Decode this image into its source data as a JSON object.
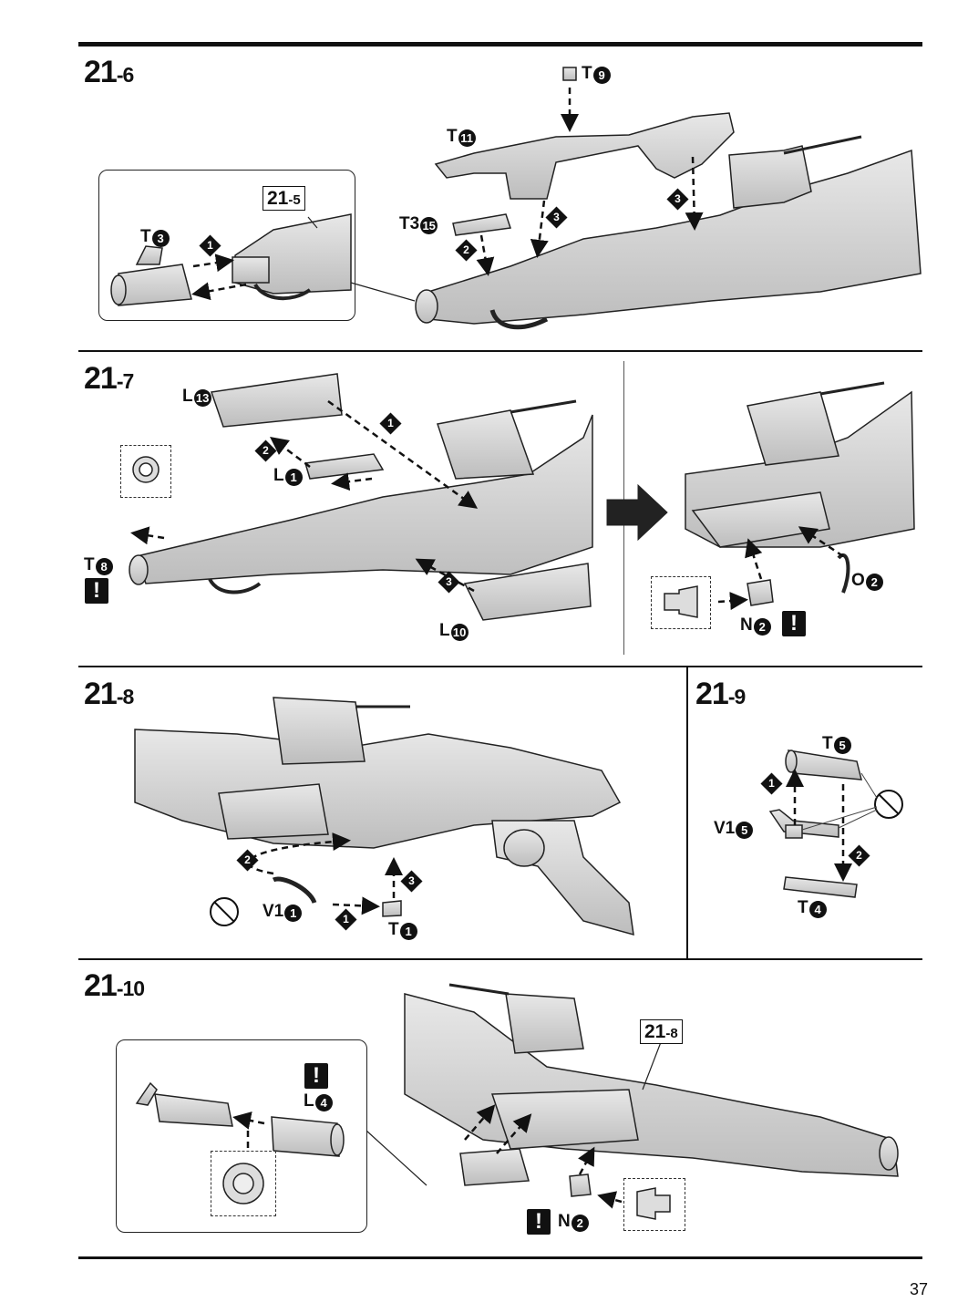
{
  "page_number": "37",
  "steps": {
    "s21_6": {
      "main": "21",
      "sub": "-6"
    },
    "s21_7": {
      "main": "21",
      "sub": "-7"
    },
    "s21_8": {
      "main": "21",
      "sub": "-8"
    },
    "s21_9": {
      "main": "21",
      "sub": "-9"
    },
    "s21_10": {
      "main": "21",
      "sub": "-10"
    }
  },
  "refs": {
    "r21_5": {
      "main": "21",
      "sub": "-5"
    },
    "r21_8": {
      "main": "21",
      "sub": "-8"
    }
  },
  "labels": {
    "t9": {
      "letter": "T",
      "num": "9"
    },
    "t11": {
      "letter": "T",
      "num": "11"
    },
    "t3_15": {
      "letter": "T3",
      "num": "15"
    },
    "t3": {
      "letter": "T",
      "num": "3"
    },
    "l13": {
      "letter": "L",
      "num": "13"
    },
    "l1": {
      "letter": "L",
      "num": "1"
    },
    "t8": {
      "letter": "T",
      "num": "8"
    },
    "l10": {
      "letter": "L",
      "num": "10"
    },
    "o2": {
      "letter": "O",
      "num": "2"
    },
    "n2a": {
      "letter": "N",
      "num": "2"
    },
    "v1_1": {
      "letter": "V1",
      "num": "1"
    },
    "t1": {
      "letter": "T",
      "num": "1"
    },
    "t5": {
      "letter": "T",
      "num": "5"
    },
    "v1_5": {
      "letter": "V1",
      "num": "5"
    },
    "t4": {
      "letter": "T",
      "num": "4"
    },
    "l4": {
      "letter": "L",
      "num": "4"
    },
    "n2b": {
      "letter": "N",
      "num": "2"
    }
  },
  "order_marks": {
    "a1": "1",
    "a2": "2",
    "a3a": "3",
    "a3b": "3",
    "b1": "1",
    "b2": "2",
    "b3": "3",
    "c2": "2",
    "c3": "3",
    "c1": "1",
    "d1": "1",
    "d2": "2"
  },
  "warning_glyph": "!"
}
